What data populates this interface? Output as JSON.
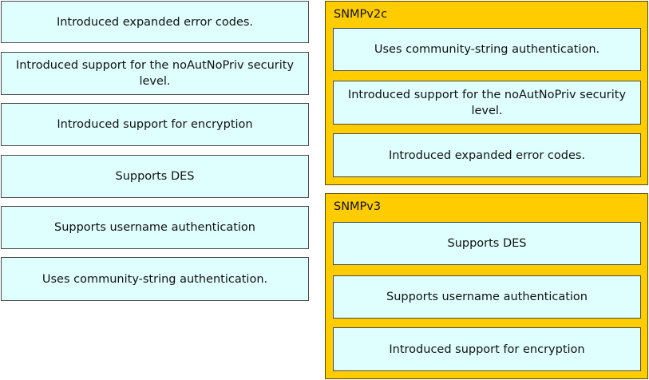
{
  "source_items": [
    "Introduced expanded error codes.",
    "Introduced support for the noAutNoPriv security level.",
    "Introduced support for encryption",
    "Supports DES",
    "Supports username authentication",
    "Uses community-string authentication."
  ],
  "targets": [
    {
      "title": "SNMPv2c",
      "items": [
        "Uses community-string authentication.",
        "Introduced support for the noAutNoPriv security level.",
        "Introduced expanded error codes."
      ]
    },
    {
      "title": "SNMPv3",
      "items": [
        "Supports DES",
        "Supports username authentication",
        "Introduced support for encryption"
      ]
    }
  ],
  "colors": {
    "tile_background": "#dfffff",
    "target_background": "#ffcc00"
  }
}
